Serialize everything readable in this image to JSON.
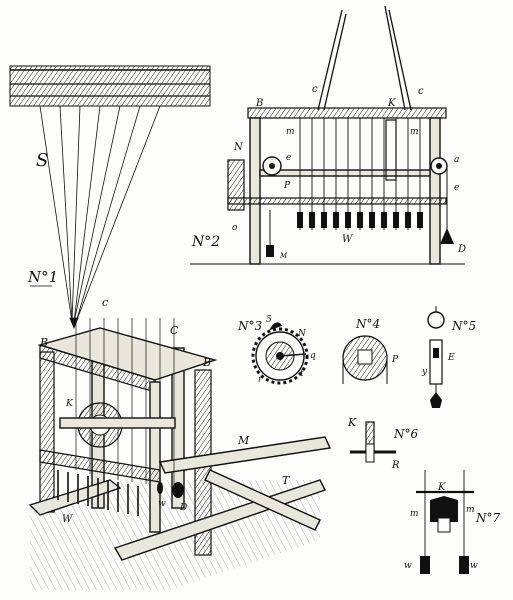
{
  "labels": {
    "fig1": "N°1",
    "fig2": "N°2",
    "fig3": "N°3",
    "fig4": "N°4",
    "fig5": "N°5",
    "fig6": "N°6",
    "fig7": "N°7",
    "S": "S",
    "c1": "c",
    "c2": "C",
    "B1": "B",
    "B2": "B",
    "K1": "K",
    "M": "M",
    "T": "T",
    "W": "W",
    "w": "w",
    "D": "D",
    "B3": "B",
    "K2": "K",
    "c3": "c",
    "c4": "c",
    "N": "N",
    "e": "e",
    "P": "P",
    "m1": "m",
    "m2": "m",
    "a": "a",
    "e2": "e",
    "o": "o",
    "W2": "W",
    "M2": "M",
    "D2": "D",
    "n3_5": "5",
    "n3_N": "N",
    "n3_q": "q",
    "n3_r": "r",
    "n3_t": "t",
    "n4_P": "P",
    "n5_E": "E",
    "n5_y": "y",
    "n6_K": "K",
    "n6_R": "R",
    "n7_K": "K",
    "n7_m1": "m",
    "n7_m2": "m",
    "n7_w1": "w",
    "n7_w2": "w"
  }
}
